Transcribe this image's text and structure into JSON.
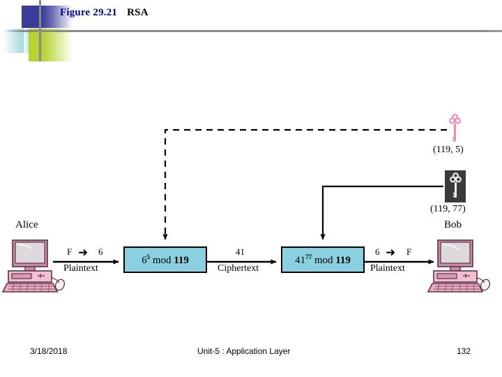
{
  "slide": {
    "title_figure": "Figure 29.21",
    "title_name": "RSA",
    "title_color_figure": "#00008f",
    "title_color_name": "#000000"
  },
  "diagram": {
    "box_fill": "#8ad0e0",
    "box_stroke": "#000000",
    "public_key_color": "#f08cba",
    "private_key_bg": "#3a3a3a",
    "alice": {
      "label": "Alice",
      "icon": "desktop-computer-icon"
    },
    "bob": {
      "label": "Bob",
      "icon": "desktop-computer-icon"
    },
    "plaintext_left": {
      "value_from": "F",
      "value_to": "6",
      "arrow": "➜",
      "caption": "Plaintext"
    },
    "ciphertext": {
      "value": "41",
      "caption": "Ciphertext"
    },
    "plaintext_right": {
      "value_from": "6",
      "value_to": "F",
      "arrow": "➜",
      "caption": "Plaintext"
    },
    "encrypt_box": {
      "base": "6",
      "exponent": "5",
      "mod_word": "mod",
      "modulus": "119",
      "full_text": "6^5 mod 119"
    },
    "decrypt_box": {
      "base": "41",
      "exponent": "77",
      "mod_word": "mod",
      "modulus": "119",
      "full_text": "41^77 mod 119"
    },
    "public_key": {
      "label": "(119, 5)",
      "icon": "key-icon",
      "line_style": "dashed"
    },
    "private_key": {
      "label": "(119, 77)",
      "icon": "key-icon",
      "line_style": "solid"
    }
  },
  "footer": {
    "date": "3/18/2018",
    "center": "Unit-5 : Application Layer",
    "page": "132"
  }
}
